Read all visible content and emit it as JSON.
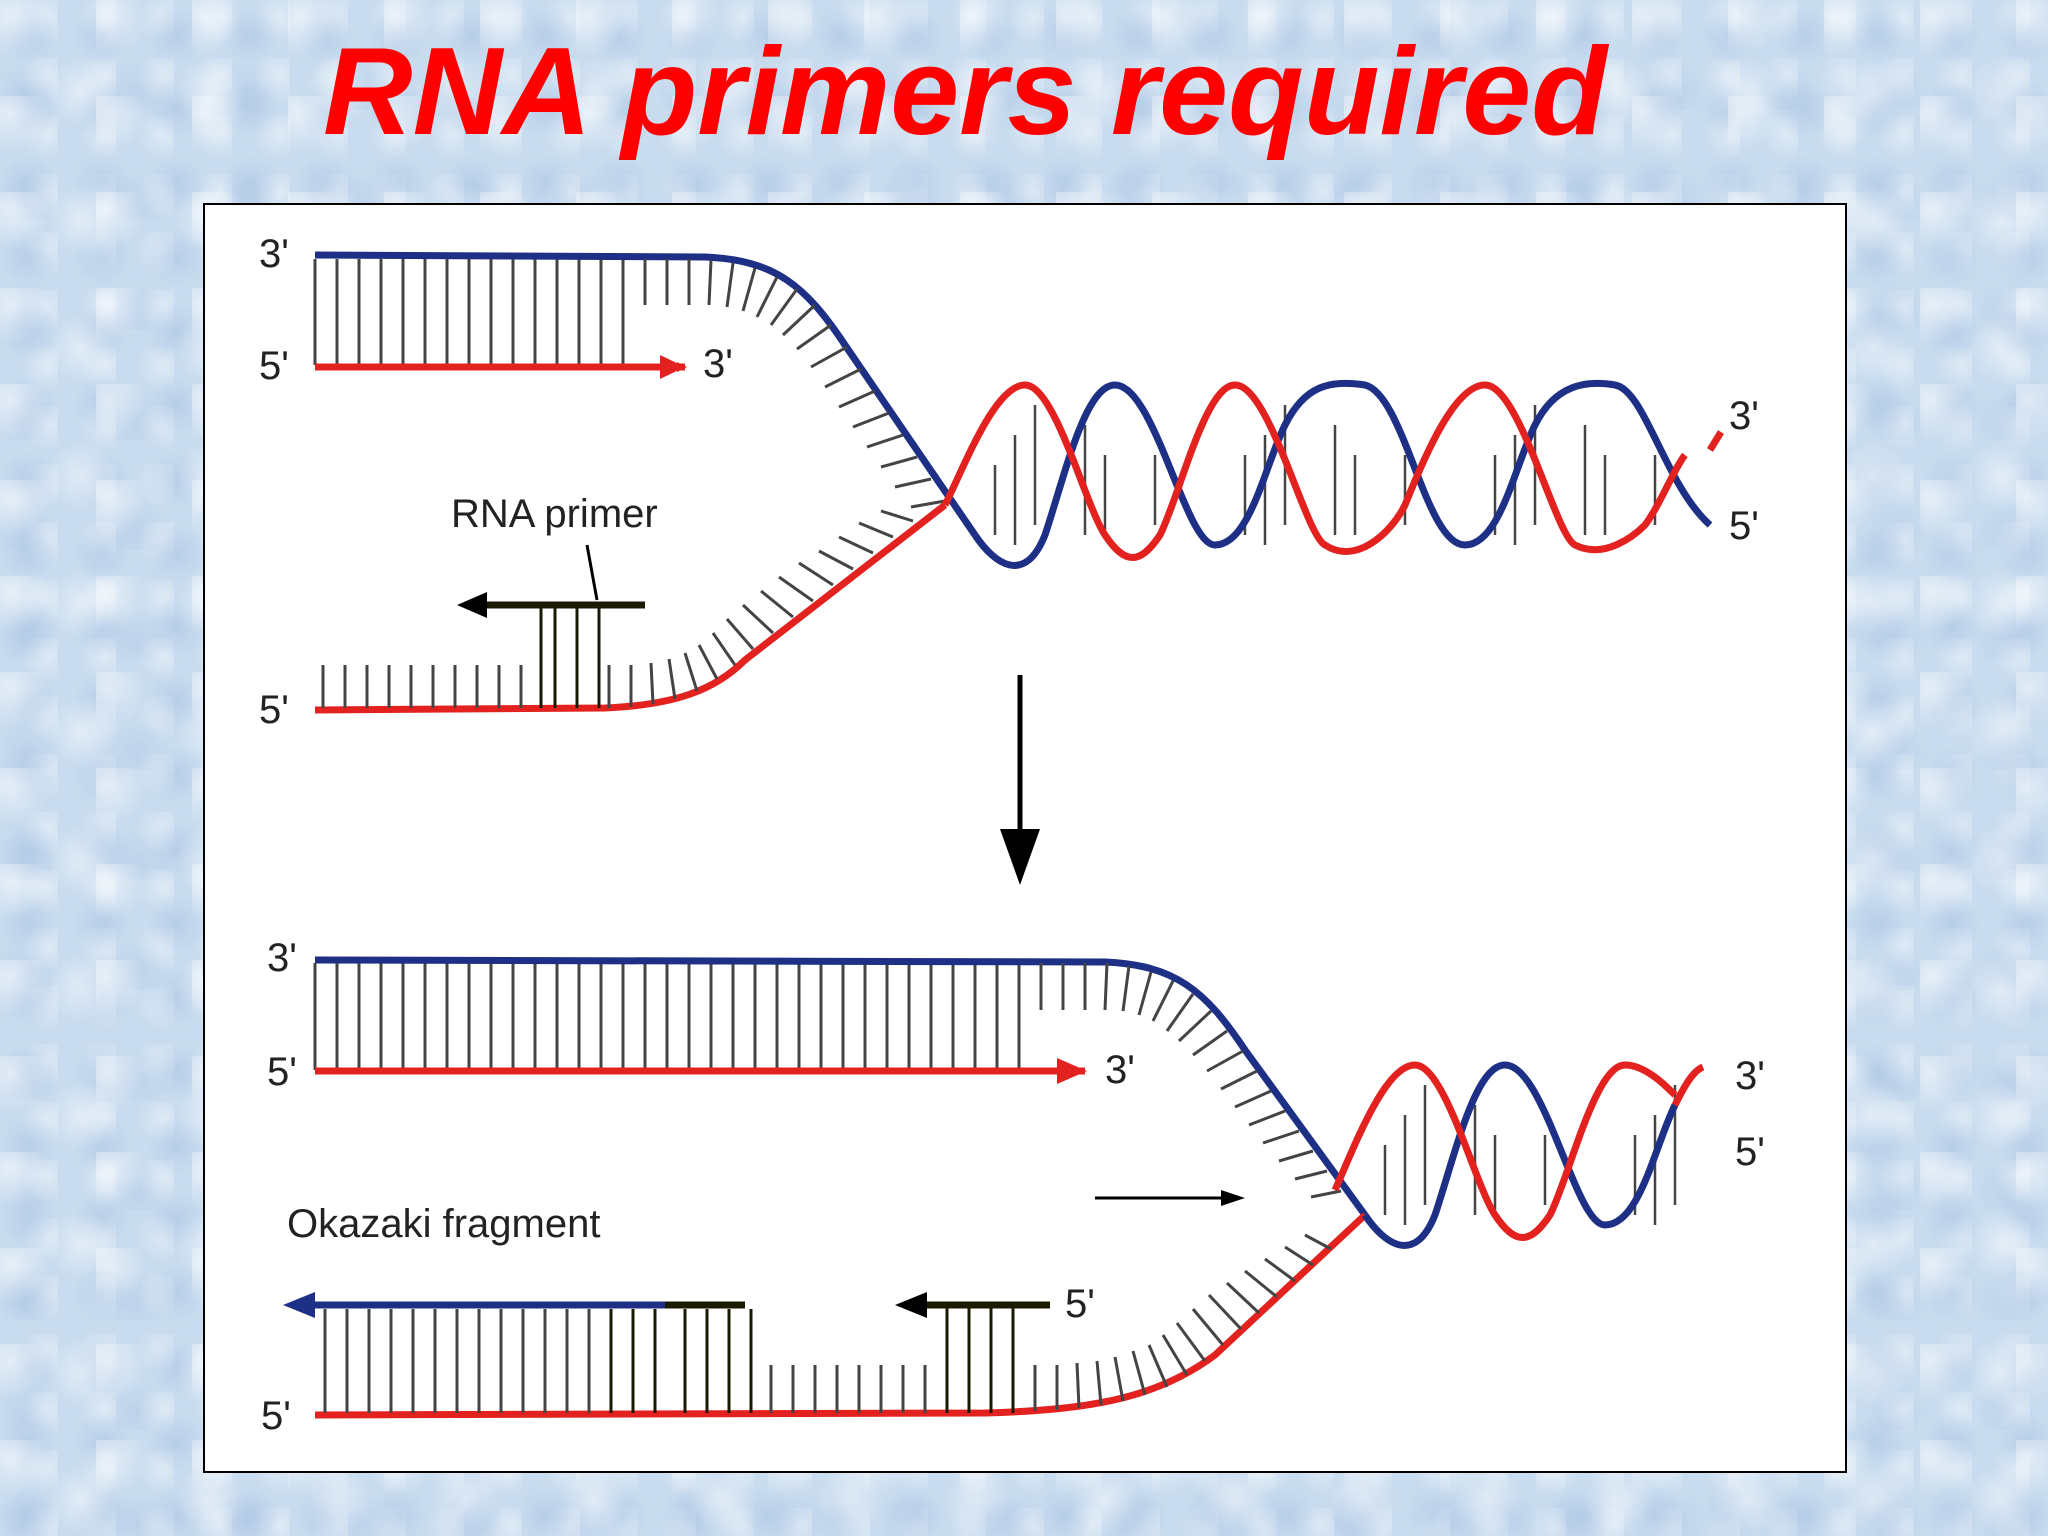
{
  "title": "RNA primers required",
  "colors": {
    "title": "#ff0000",
    "template_strand": "#1e2f86",
    "new_strand": "#e3221f",
    "primer": "#1a1a00",
    "rungs_leading": "#4a4a4a",
    "arrow": "#000000"
  },
  "top_panel": {
    "template_3_prime": "3'",
    "leading_5_prime": "5'",
    "leading_end_3_prime": "3'",
    "helix_right_3_prime": "3'",
    "helix_right_5_prime": "5'",
    "lagging_5_prime": "5'",
    "primer_label": "RNA primer"
  },
  "bottom_panel": {
    "template_3_prime": "3'",
    "leading_5_prime": "5'",
    "leading_end_3_prime": "3'",
    "helix_right_3_prime": "3'",
    "helix_right_5_prime": "5'",
    "lagging_5_prime": "5'",
    "new_primer_5_prime": "5'",
    "fragment_label": "Okazaki fragment"
  }
}
